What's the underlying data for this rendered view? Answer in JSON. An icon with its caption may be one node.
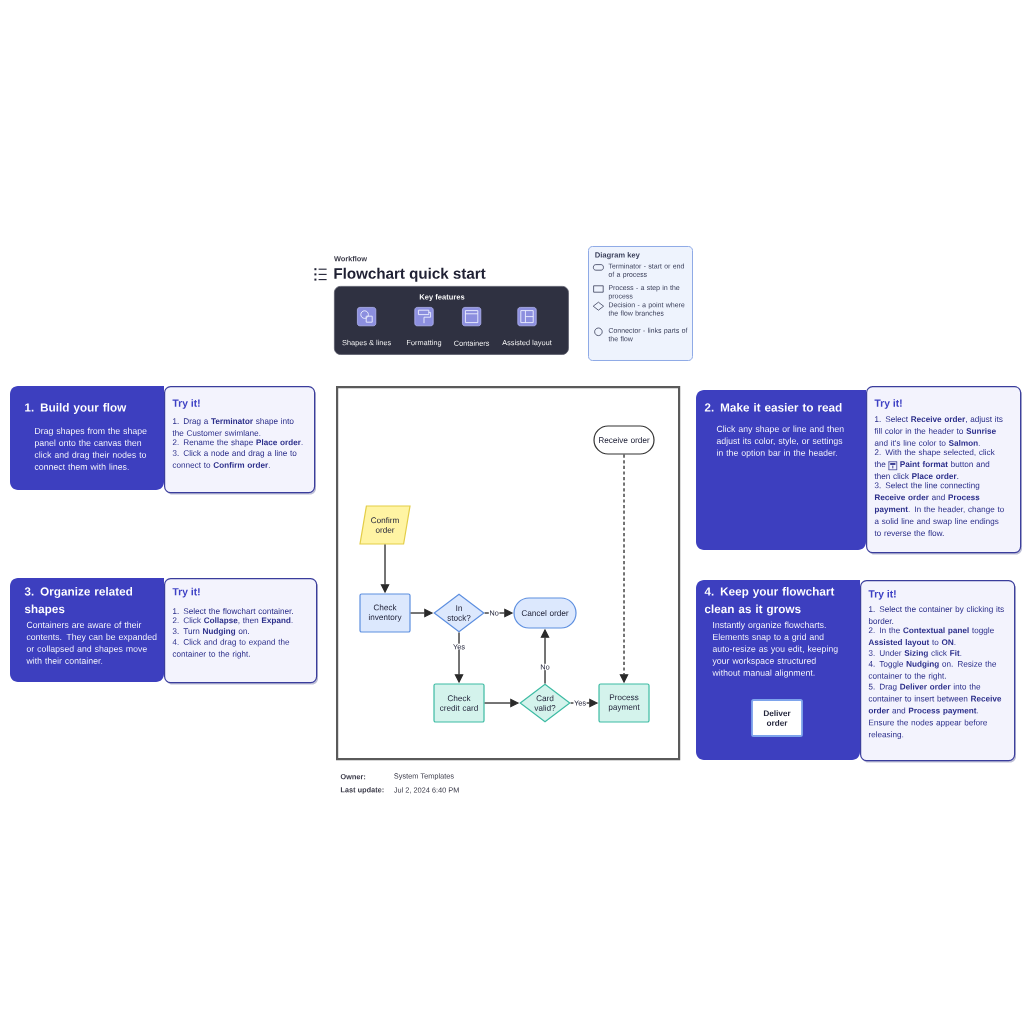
{
  "diagram": {
    "title": "Flowchart quick start",
    "nodes": [
      {
        "text": [
          "Key features",
          "Shapes & lines",
          "Formatting",
          "Containers",
          "Assisted layout"
        ]
      },
      {
        "text": [
          "Diagram key"
        ]
      },
      {
        "text": [
          "1. Build your flow",
          "Drag shapes from the shape panel onto the canvas then click and drag their nodes to connect them with lines."
        ]
      },
      {
        "text": [
          "Try it!",
          "1. Drag a **Terminator** shape into the Customer swimlane.",
          "2. Rename the shape **Place order**.",
          "3. Click a node and drag a line to connect to **Confirm order**."
        ]
      },
      {
        "text": [],
        "shape": "box"
      },
      {
        "text": [
          "Receive order"
        ],
        "in": 4
      },
      {
        "text": [
          "Confirm order"
        ],
        "in": 4
      },
      {
        "text": [
          "Check inventory"
        ],
        "in": 4
      },
      {
        "text": [
          "In stock?"
        ],
        "in": 4
      },
      {
        "text": [
          "Cancel order"
        ],
        "in": 4
      },
      {
        "text": [
          "Check credit card"
        ],
        "in": 4
      },
      {
        "text": [
          "Card valid?"
        ],
        "in": 4
      },
      {
        "text": [
          "Process payment"
        ],
        "in": 4
      },
      {
        "text": [
          "2. Make it easier to read",
          "Click any shape or line and then adjust its color, style, or settings in the option bar in the header."
        ]
      },
      {
        "text": [
          "Try it!",
          "1. Select **Receive order**, adjust its fill color in the header to **Sunrise** and it's line color to **Salmon**.",
          "2. With the shape selected, click the",
          "**Paint format** button and then click **Place order**.",
          "3. Select the line connecting **Receive order** and **Process payment**. In the header, change to a solid line and swap line endings to reverse the flow."
        ]
      },
      {
        "text": [
          "3. Organize related shapes",
          "Containers are aware of their contents. They can be expanded or collapsed and shapes move with their container."
        ]
      },
      {
        "text": [
          "Try it!",
          "1. Select the flowchart container.",
          "2. Click **Collapse**, then **Expand**.",
          "3. Turn **Nudging** on.",
          "4. Click and drag to expand the container to the right."
        ]
      },
      {
        "text": [
          "4. Keep your flowchart clean as it grows",
          "Instantly organize flowcharts. Elements snap to a grid and auto-resize as you edit, keeping your workspace structured without manual alignment."
        ]
      },
      {
        "text": [
          "Deliver order"
        ],
        "in": 17
      },
      {
        "text": [
          "Try it!",
          "1. Select the container by clicking its border.",
          "2. In the **Contextual panel** toggle **Assisted layout** to **ON**.",
          "3. Under **Sizing** click **Fit**.",
          "4. Toggle **Nudging** on. Resize the container to the right.",
          "5. Drag **Deliver order** into the container to insert between **Receive order** and **Process payment**. Ensure the nodes appear before releasing."
        ]
      }
    ],
    "edges": [
      {
        "from": 5,
        "to": 12,
        "arrow": "to",
        "style": "dashed"
      },
      {
        "from": 6,
        "to": 7,
        "arrow": "to"
      },
      {
        "from": 7,
        "to": 8,
        "arrow": "to"
      },
      {
        "from": 8,
        "to": 9,
        "arrow": "to",
        "label": "No"
      },
      {
        "from": 8,
        "to": 10,
        "arrow": "to",
        "label": "Yes"
      },
      {
        "from": 10,
        "to": 11,
        "arrow": "to"
      },
      {
        "from": 11,
        "to": 9,
        "arrow": "to",
        "label": "No"
      },
      {
        "from": 11,
        "to": 12,
        "arrow": "to",
        "label": "Yes"
      }
    ],
    "labels": [
      "Workflow",
      "Owner:",
      "System Templates",
      "Last update:",
      "Jul 2, 2024 6:40 PM"
    ],
    "legend": [
      {
        "text": "Terminator - start or end of a process"
      },
      {
        "text": "Process - a step in the process"
      },
      {
        "text": "Decision - a point where the flow branches"
      },
      {
        "text": "Connector - links parts of the flow"
      }
    ]
  }
}
